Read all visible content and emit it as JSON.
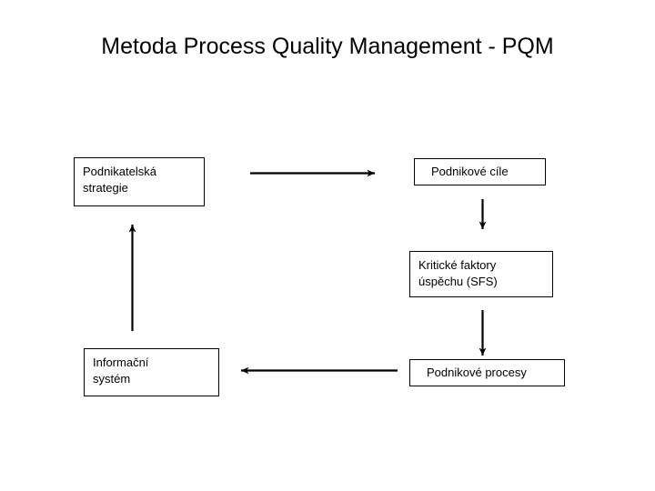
{
  "slide": {
    "title": "Metoda Process Quality Management - PQM",
    "background_color": "#ffffff",
    "text_color": "#000000"
  },
  "diagram": {
    "type": "cycle-flow",
    "line_color": "#000000",
    "box_fill": "#ffffff",
    "box_border": "#000000",
    "nodes": [
      {
        "id": "strategie",
        "label": "Podnikatelská\nstrategie"
      },
      {
        "id": "cile",
        "label": "Podnikové cíle"
      },
      {
        "id": "sfs",
        "label": "Kritické faktory\núspěchu (SFS)"
      },
      {
        "id": "is",
        "label": "Informační\nsystém"
      },
      {
        "id": "procesy",
        "label": "Podnikové procesy"
      }
    ],
    "connectors": [
      {
        "id": "strategie-to-cile",
        "direction": "right",
        "from": "strategie",
        "to": "cile"
      },
      {
        "id": "cile-to-sfs",
        "direction": "down",
        "from": "cile",
        "to": "sfs"
      },
      {
        "id": "sfs-to-procesy",
        "direction": "down",
        "from": "sfs",
        "to": "procesy"
      },
      {
        "id": "procesy-to-is",
        "direction": "left",
        "from": "procesy",
        "to": "is"
      },
      {
        "id": "is-to-strategie",
        "direction": "up",
        "from": "is",
        "to": "strategie"
      }
    ]
  }
}
